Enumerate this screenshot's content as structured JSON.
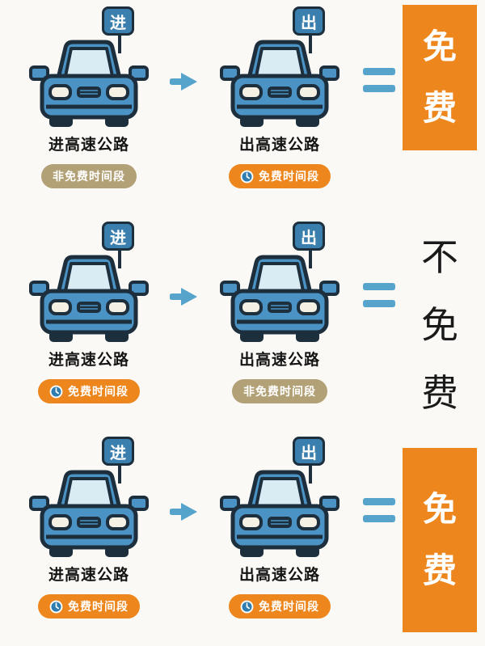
{
  "rows": [
    {
      "left": {
        "flag": "进",
        "label": "进高速公路",
        "badge": {
          "text": "非免费时间段",
          "free": false
        }
      },
      "right": {
        "flag": "出",
        "label": "出高速公路",
        "badge": {
          "text": "免费时间段",
          "free": true
        }
      },
      "result": "免费",
      "result_type": "free"
    },
    {
      "left": {
        "flag": "进",
        "label": "进高速公路",
        "badge": {
          "text": "免费时间段",
          "free": true
        }
      },
      "right": {
        "flag": "出",
        "label": "出高速公路",
        "badge": {
          "text": "非免费时间段",
          "free": false
        }
      },
      "result": "不免费",
      "result_type": "not-free"
    },
    {
      "left": {
        "flag": "进",
        "label": "进高速公路",
        "badge": {
          "text": "免费时间段",
          "free": true
        }
      },
      "right": {
        "flag": "出",
        "label": "出高速公路",
        "badge": {
          "text": "免费时间段",
          "free": true
        }
      },
      "result": "免费",
      "result_type": "free"
    }
  ],
  "icons": {
    "car-icon": "blue cartoon car, front view",
    "flag-sign": "blue square sign on pole above car",
    "clock-icon": "blue circle clock with white hands",
    "arrow-right-icon": "teal short right arrow",
    "equals-sign": "teal double bars"
  },
  "colors": {
    "background": "#faf9f5",
    "orange": "#ed861d",
    "tan": "#b2a176",
    "car_blue": "#4a93c4",
    "windshield": "#d9ecf4",
    "outline": "#1d2e3d",
    "teal": "#56a3cc",
    "text": "#1a1a1a"
  }
}
